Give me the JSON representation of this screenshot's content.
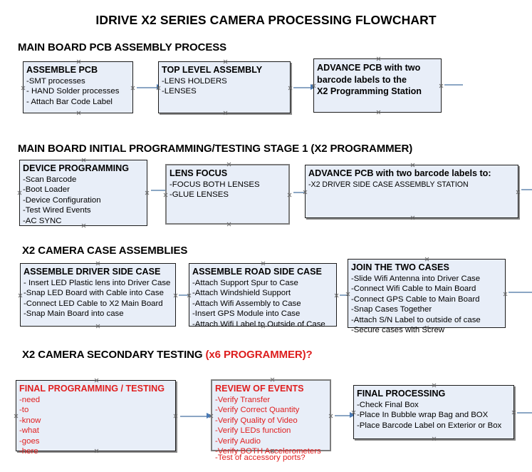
{
  "title": "IDRIVE X2  SERIES CAMERA PROCESSING FLOWCHART",
  "colors": {
    "box_fill": "#e8eef8",
    "box_border": "#1c1c1c",
    "box_border_gray": "#7d7d7d",
    "arrow_shaft": "#8ba6c4",
    "arrow_head": "#4a7ab5",
    "accent_red": "#e02020",
    "text": "#000000"
  },
  "sections": [
    {
      "heading": "MAIN BOARD PCB ASSEMBLY PROCESS",
      "heading_accent": "",
      "nodes": [
        {
          "title": "ASSEMBLE PCB",
          "lines": [
            " -SMT processes",
            "- HAND Solder processes",
            "- Attach Bar Code Label"
          ]
        },
        {
          "title": "TOP LEVEL ASSEMBLY",
          "lines": [
            "-LENS HOLDERS",
            "-LENSES"
          ]
        },
        {
          "title": "ADVANCE PCB with two",
          "lines": [
            "barcode labels to the",
            " X2 Programming Station"
          ]
        }
      ]
    },
    {
      "heading": "MAIN BOARD INITIAL PROGRAMMING/TESTING STAGE 1 (X2 PROGRAMMER)",
      "heading_accent": "",
      "nodes": [
        {
          "title": "DEVICE PROGRAMMING",
          "lines": [
            "-Scan Barcode",
            "-Boot Loader",
            "-Device Configuration",
            "-Test Wired Events",
            "-AC SYNC"
          ]
        },
        {
          "title": "LENS FOCUS",
          "lines": [
            "-FOCUS BOTH LENSES",
            "-GLUE LENSES"
          ]
        },
        {
          "title": "ADVANCE PCB with two barcode labels to:",
          "lines": [
            "-X2 DRIVER  SIDE  CASE  ASSEMBLY STATION"
          ]
        }
      ]
    },
    {
      "heading": "X2 CAMERA CASE ASSEMBLIES",
      "heading_accent": "",
      "nodes": [
        {
          "title": "ASSEMBLE DRIVER SIDE CASE",
          "lines": [
            "- Insert LED Plastic lens into Driver Case",
            "-Snap LED Board with Cable into Case",
            "-Connect LED Cable to X2 Main Board",
            "-Snap Main Board into case"
          ]
        },
        {
          "title": "ASSEMBLE ROAD SIDE CASE",
          "lines": [
            "-Attach Support Spur to Case",
            "-Attach Windshield Support",
            "-Attach Wifi Assembly to Case",
            "-Insert GPS Module into Case",
            "-Attach Wifi Label to Outside of Case"
          ]
        },
        {
          "title": "JOIN THE TWO CASES",
          "lines": [
            "-Slide Wifi Antenna into Driver Case",
            "-Connect Wifi Cable to Main Board",
            "-Connect GPS Cable to Main Board",
            "-Snap Cases Together",
            "-Attach S/N Label to outside of case",
            "-Secure cases with Screw"
          ]
        }
      ]
    },
    {
      "heading": "X2 CAMERA SECONDARY TESTING ",
      "heading_accent": "(x6 PROGRAMMER)?",
      "nodes": [
        {
          "title": "FINAL PROGRAMMING / TESTING",
          "lines": [
            "-need",
            "-to",
            "-know",
            "-what",
            "-goes",
            "-here"
          ]
        },
        {
          "title": "REVIEW OF EVENTS",
          "lines": [
            "-Verify Transfer",
            "-Verify Correct Quantity",
            "-Verify Quality of Video",
            "-Verify LEDs function",
            "-Verify Audio",
            "-Verify BOTH Accelerometers"
          ],
          "overflow_line": "-Test of accessory ports?"
        },
        {
          "title": "FINAL PROCESSING",
          "lines": [
            " -Check Final Box",
            "-Place In Bubble wrap Bag and BOX",
            "-Place Barcode Label on Exterior or Box"
          ]
        }
      ]
    }
  ]
}
